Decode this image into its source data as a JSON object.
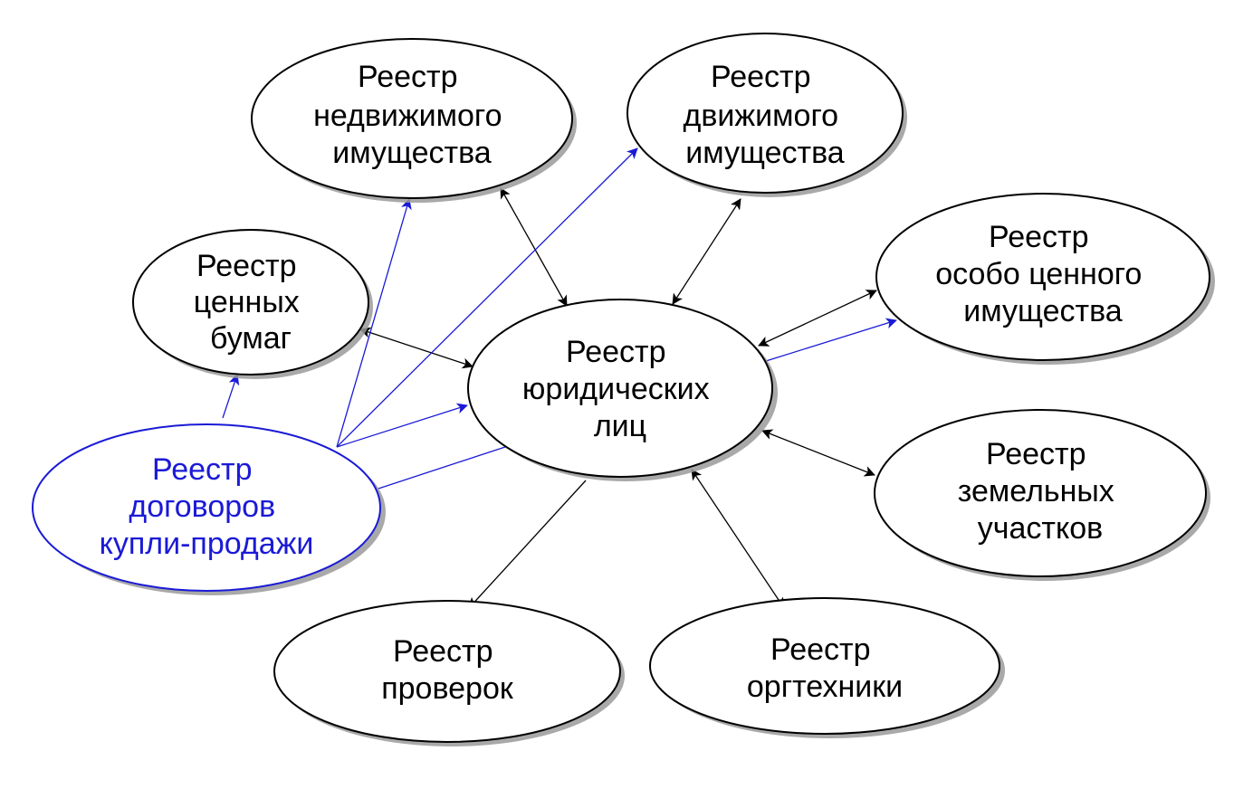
{
  "colors": {
    "accent_blue": "#1a1ad6",
    "line_black": "#000000",
    "shadow_gray": "#9a9a9a"
  },
  "nodes": {
    "legal_entities": {
      "lines": [
        "Реестр",
        "юридических",
        "лиц"
      ],
      "color": "black"
    },
    "real_estate": {
      "lines": [
        "Реестр",
        "недвижимого",
        "имущества"
      ],
      "color": "black"
    },
    "movable_property": {
      "lines": [
        "Реестр",
        "движимого",
        "имущества"
      ],
      "color": "black"
    },
    "securities": {
      "lines": [
        "Реестр",
        "ценных",
        "бумаг"
      ],
      "color": "black"
    },
    "valuable_property": {
      "lines": [
        "Реестр",
        "особо ценного",
        "имущества"
      ],
      "color": "black"
    },
    "land_plots": {
      "lines": [
        "Реестр",
        "земельных",
        "участков"
      ],
      "color": "black"
    },
    "inspections": {
      "lines": [
        "Реестр",
        "проверок"
      ],
      "color": "black"
    },
    "office_equipment": {
      "lines": [
        "Реестр",
        "оргтехники"
      ],
      "color": "black"
    },
    "sale_contracts": {
      "lines": [
        "Реестр",
        "договоров",
        "купли-продажи"
      ],
      "color": "blue"
    }
  },
  "edges": [
    {
      "from": "legal_entities",
      "to": "real_estate",
      "type": "bidirectional",
      "color": "black"
    },
    {
      "from": "legal_entities",
      "to": "movable_property",
      "type": "bidirectional",
      "color": "black"
    },
    {
      "from": "legal_entities",
      "to": "securities",
      "type": "bidirectional",
      "color": "black"
    },
    {
      "from": "legal_entities",
      "to": "valuable_property",
      "type": "bidirectional",
      "color": "black"
    },
    {
      "from": "legal_entities",
      "to": "land_plots",
      "type": "bidirectional",
      "color": "black"
    },
    {
      "from": "legal_entities",
      "to": "inspections",
      "type": "directed",
      "color": "black"
    },
    {
      "from": "legal_entities",
      "to": "office_equipment",
      "type": "bidirectional",
      "color": "black"
    },
    {
      "from": "sale_contracts",
      "to": "securities",
      "type": "directed",
      "color": "blue"
    },
    {
      "from": "sale_contracts",
      "to": "real_estate",
      "type": "directed",
      "color": "blue"
    },
    {
      "from": "sale_contracts",
      "to": "movable_property",
      "type": "directed",
      "color": "blue"
    },
    {
      "from": "sale_contracts",
      "to": "legal_entities",
      "type": "directed",
      "color": "blue"
    },
    {
      "from": "sale_contracts",
      "to": "valuable_property",
      "type": "directed",
      "color": "blue"
    }
  ]
}
